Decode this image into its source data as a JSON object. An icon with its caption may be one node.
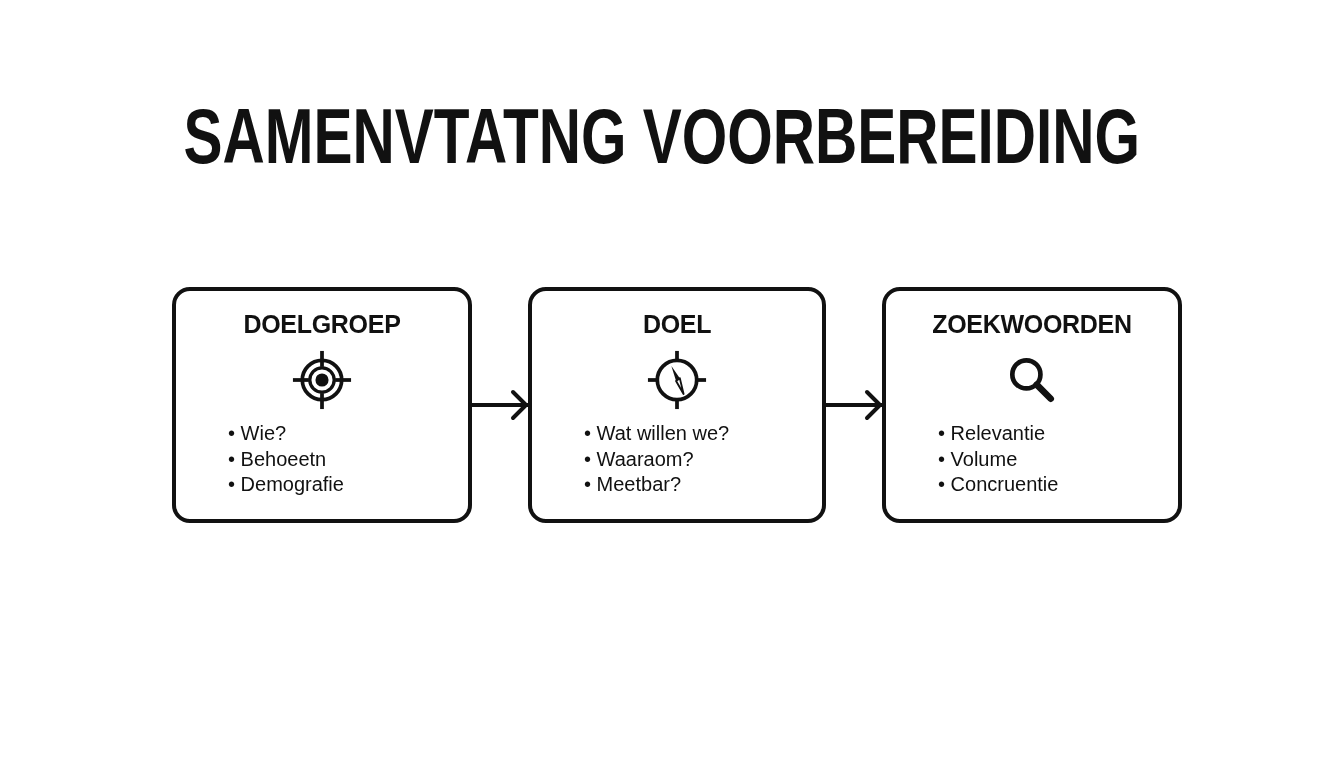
{
  "diagram": {
    "title": "SAMENVTATNG VOORBEREIDING",
    "nodes": [
      {
        "text": [
          "DOELGROEP",
          "• Wie?",
          "• Behoeetn",
          "• Demografie"
        ]
      },
      {
        "text": [
          "DOEL",
          "• Wat willen we?",
          "• Waaraom?",
          "• Meetbar?"
        ]
      },
      {
        "text": [
          "ZOEKWOORDEN",
          "• Relevantie",
          "• Volume",
          "• Concruentie"
        ]
      }
    ],
    "edges": [
      {
        "from": 0,
        "to": 1,
        "arrow": "to"
      },
      {
        "from": 1,
        "to": 2,
        "arrow": "to"
      }
    ]
  }
}
